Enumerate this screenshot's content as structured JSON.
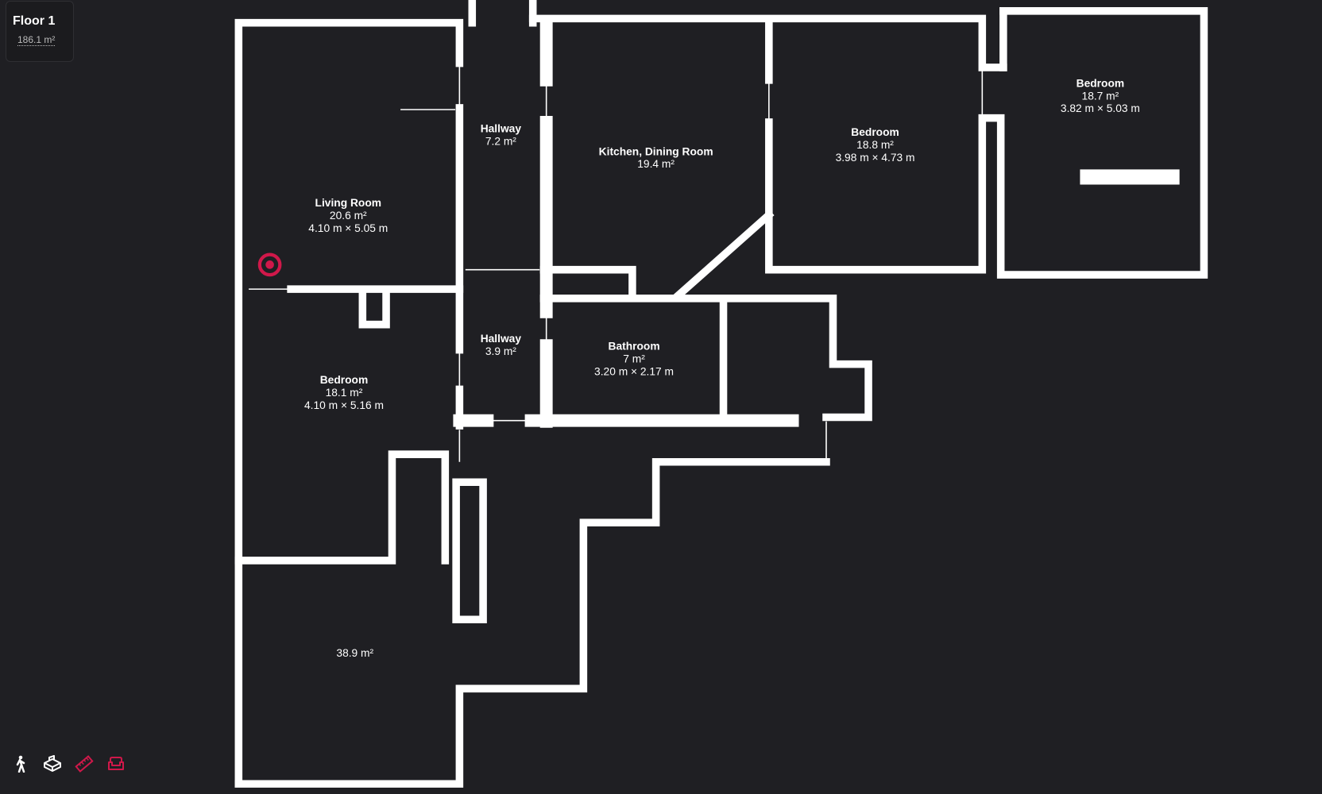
{
  "floor": {
    "title": "Floor 1",
    "area": "186.1 m²"
  },
  "rooms": [
    {
      "name": "Living Room",
      "area": "20.6 m²",
      "dims": "4.10 m × 5.05 m"
    },
    {
      "name": "Hallway",
      "area": "7.2 m²",
      "dims": ""
    },
    {
      "name": "Kitchen, Dining Room",
      "area": "19.4 m²",
      "dims": ""
    },
    {
      "name": "Bedroom",
      "area": "18.8 m²",
      "dims": "3.98 m × 4.73 m"
    },
    {
      "name": "Bedroom",
      "area": "18.7 m²",
      "dims": "3.82 m × 5.03 m"
    },
    {
      "name": "Hallway",
      "area": "3.9 m²",
      "dims": ""
    },
    {
      "name": "Bathroom",
      "area": "7 m²",
      "dims": "3.20 m × 2.17 m"
    },
    {
      "name": "Bedroom",
      "area": "18.1 m²",
      "dims": "4.10 m × 5.16 m"
    },
    {
      "name": "",
      "area": "38.9 m²",
      "dims": ""
    }
  ],
  "toolbar": [
    {
      "icon": "walk-icon",
      "color": "#ffffff"
    },
    {
      "icon": "3d-view-icon",
      "color": "#ffffff"
    },
    {
      "icon": "ruler-icon",
      "color": "#d0184a"
    },
    {
      "icon": "furniture-icon",
      "color": "#d0184a"
    }
  ],
  "colors": {
    "background": "#1f1f23",
    "wall": "#ffffff",
    "accent": "#d0184a"
  }
}
